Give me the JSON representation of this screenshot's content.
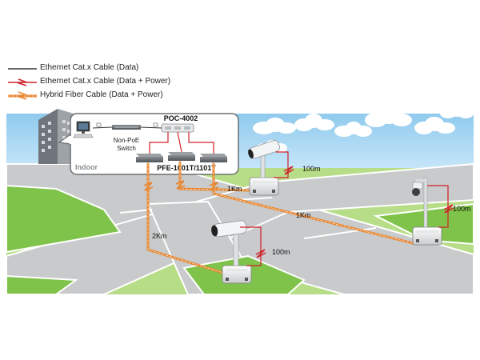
{
  "legend": [
    {
      "label": "Ethernet Cat.x Cable (Data)",
      "color": "#333333",
      "type": "plain"
    },
    {
      "label": "Ethernet Cat.x Cable (Data + Power)",
      "color": "#d0202a",
      "type": "power"
    },
    {
      "label": "Hybrid Fiber Cable (Data + Power)",
      "color": "#e8832a",
      "type": "hybrid"
    }
  ],
  "indoor": {
    "label": "Indoor",
    "switch_label_line1": "Non-PoE",
    "switch_label_line2": "Switch",
    "poc_label": "POC-4002",
    "pfe_label": "PFE-1001T/1101T"
  },
  "distances": {
    "cam_top": "100m",
    "cam_right": "100m",
    "cam_bottom": "100m",
    "fiber_top": "1Km",
    "fiber_right": "1Km",
    "fiber_bottom": "2Km"
  },
  "colors": {
    "sky": "#a9d7f2",
    "road": "#c8cacb",
    "grass": "#7fc34a",
    "data_cable": "#333333",
    "power_cable": "#d0202a",
    "fiber_cable": "#e8832a"
  }
}
